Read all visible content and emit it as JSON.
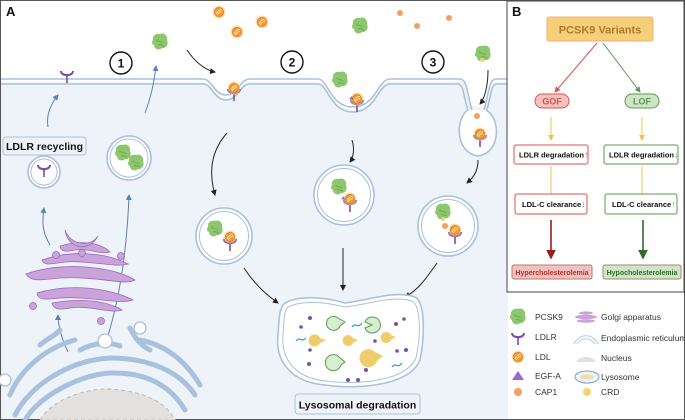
{
  "panels": {
    "a": {
      "label": "A"
    },
    "b": {
      "label": "B"
    }
  },
  "panel_a": {
    "steps": [
      "1",
      "2",
      "3"
    ],
    "ldlr_recycling_label": "LDLR recycling",
    "lysosomal_degradation_label": "Lysosomal degradation"
  },
  "panel_b": {
    "root": "PCSK9 Variants",
    "gof": {
      "label": "GOF",
      "ldlr_degradation": "LDLR degradation",
      "ldlr_degradation_arrow": "↑",
      "ldlc_clearance": "LDL-C clearance",
      "ldlc_clearance_arrow": "↓",
      "outcome": "Hypercholesterolemia"
    },
    "lof": {
      "label": "LOF",
      "ldlr_degradation": "LDLR degradation",
      "ldlr_degradation_arrow": "↓",
      "ldlc_clearance": "LDL-C clearance",
      "ldlc_clearance_arrow": "↑",
      "outcome": "Hypocholesterolemia"
    }
  },
  "legend": {
    "items": [
      {
        "label": "PCSK9",
        "icon": "pcsk9-icon"
      },
      {
        "label": "LDLR",
        "icon": "ldlr-icon"
      },
      {
        "label": "LDL",
        "icon": "ldl-icon"
      },
      {
        "label": "EGF-A",
        "icon": "egf-a-icon"
      },
      {
        "label": "CAP1",
        "icon": "cap1-icon"
      },
      {
        "label": "Golgi apparatus",
        "icon": "golgi-icon"
      },
      {
        "label": "Endoplasmic reticulum",
        "icon": "er-icon"
      },
      {
        "label": "Nucleus",
        "icon": "nucleus-icon"
      },
      {
        "label": "Lysosome",
        "icon": "lysosome-icon"
      },
      {
        "label": "CRD",
        "icon": "crd-icon"
      }
    ]
  },
  "colors": {
    "cell_bg": "#eef3fa",
    "membrane": "#a9c1dc",
    "pcsk9": "#8cc66d",
    "ldlr": "#7b4fa6",
    "ldl": "#f29a2e",
    "cap1": "#f0a060",
    "crd": "#f3d36b",
    "gof_red": "#d9534f",
    "lof_green": "#5b9a4f",
    "root_fill": "#f5cf7a",
    "root_text": "#b07a2a"
  }
}
